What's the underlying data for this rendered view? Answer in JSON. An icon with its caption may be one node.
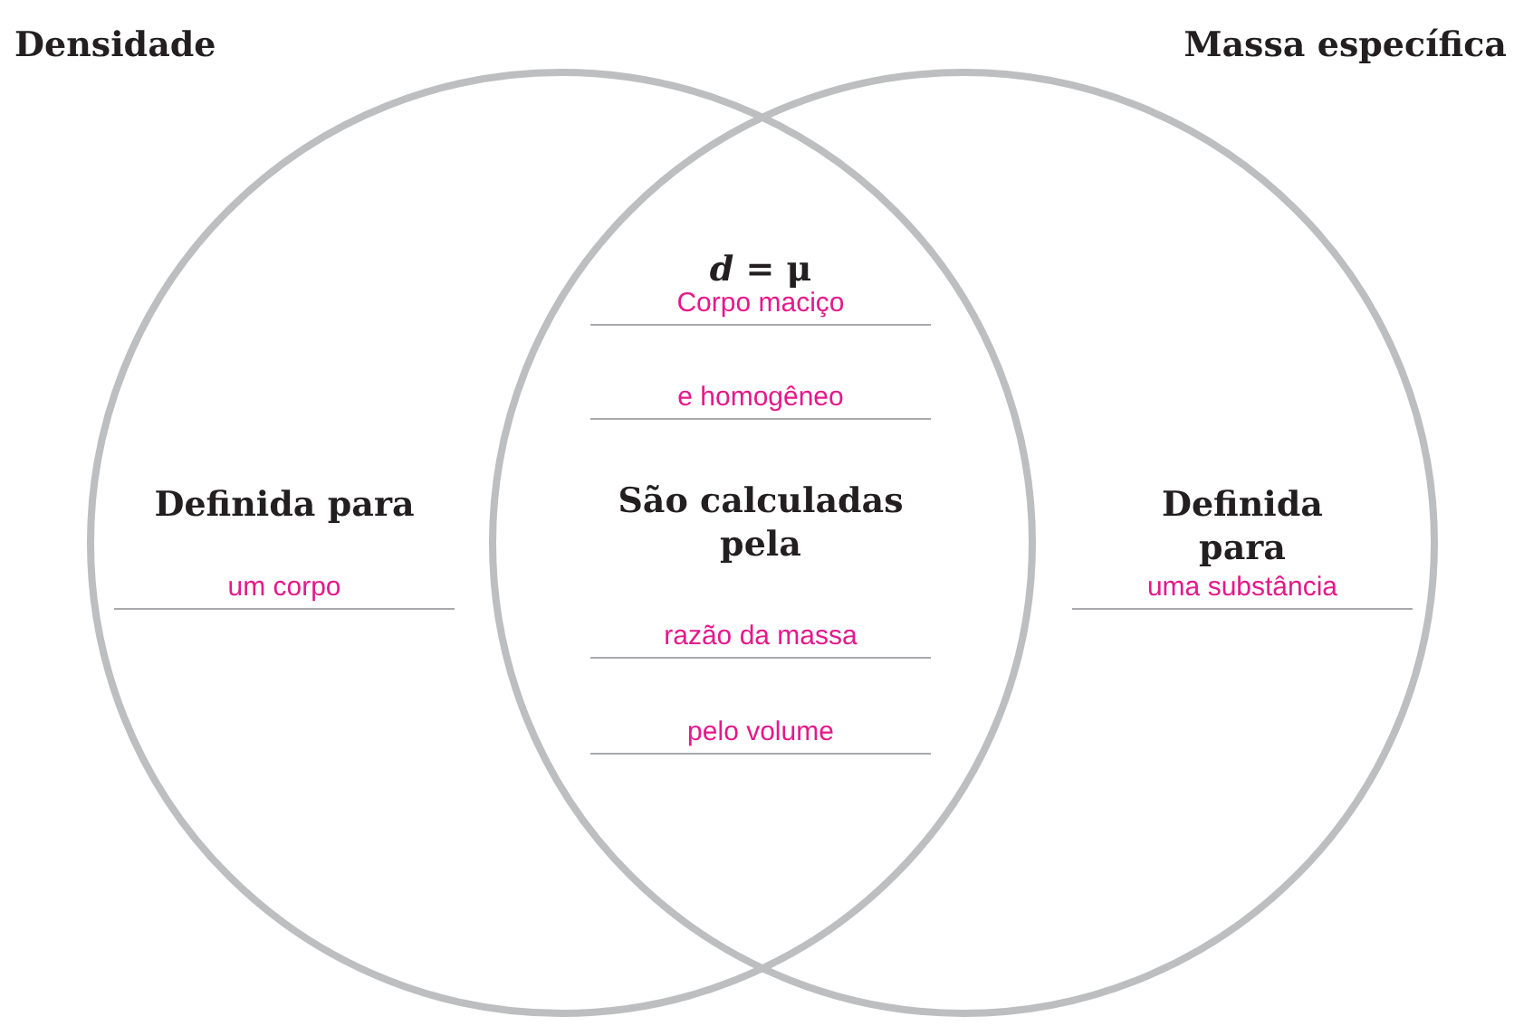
{
  "diagram": {
    "nodes": [
      {
        "text": [
          "Densidade",
          "Definida para",
          "um corpo"
        ]
      },
      {
        "text": [
          "Massa específica",
          "Definida para",
          "uma substância"
        ]
      }
    ],
    "labels": [
      "*d* = μ",
      "Corpo maciço",
      "e homogêneo",
      "São calculadas pela",
      "razão da massa",
      "pelo volume"
    ]
  }
}
